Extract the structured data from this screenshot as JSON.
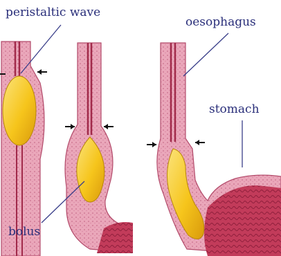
{
  "labels": {
    "peristaltic_wave": "peristaltic wave",
    "oesophagus": "oesophagus",
    "stomach": "stomach",
    "bolus": "bolus"
  },
  "colors": {
    "tissue_pink": "#e8a0b4",
    "tissue_dark": "#b24a6a",
    "lumen_red": "#a12a4a",
    "bolus_yellow": "#f6c51c",
    "stomach_mucosa": "#c23b5a",
    "label_text": "#2a2f7a",
    "pointer_line": "#3a3f8a",
    "arrow": "#111111"
  },
  "icons": {
    "constriction_arrow": "arrow-icon"
  }
}
